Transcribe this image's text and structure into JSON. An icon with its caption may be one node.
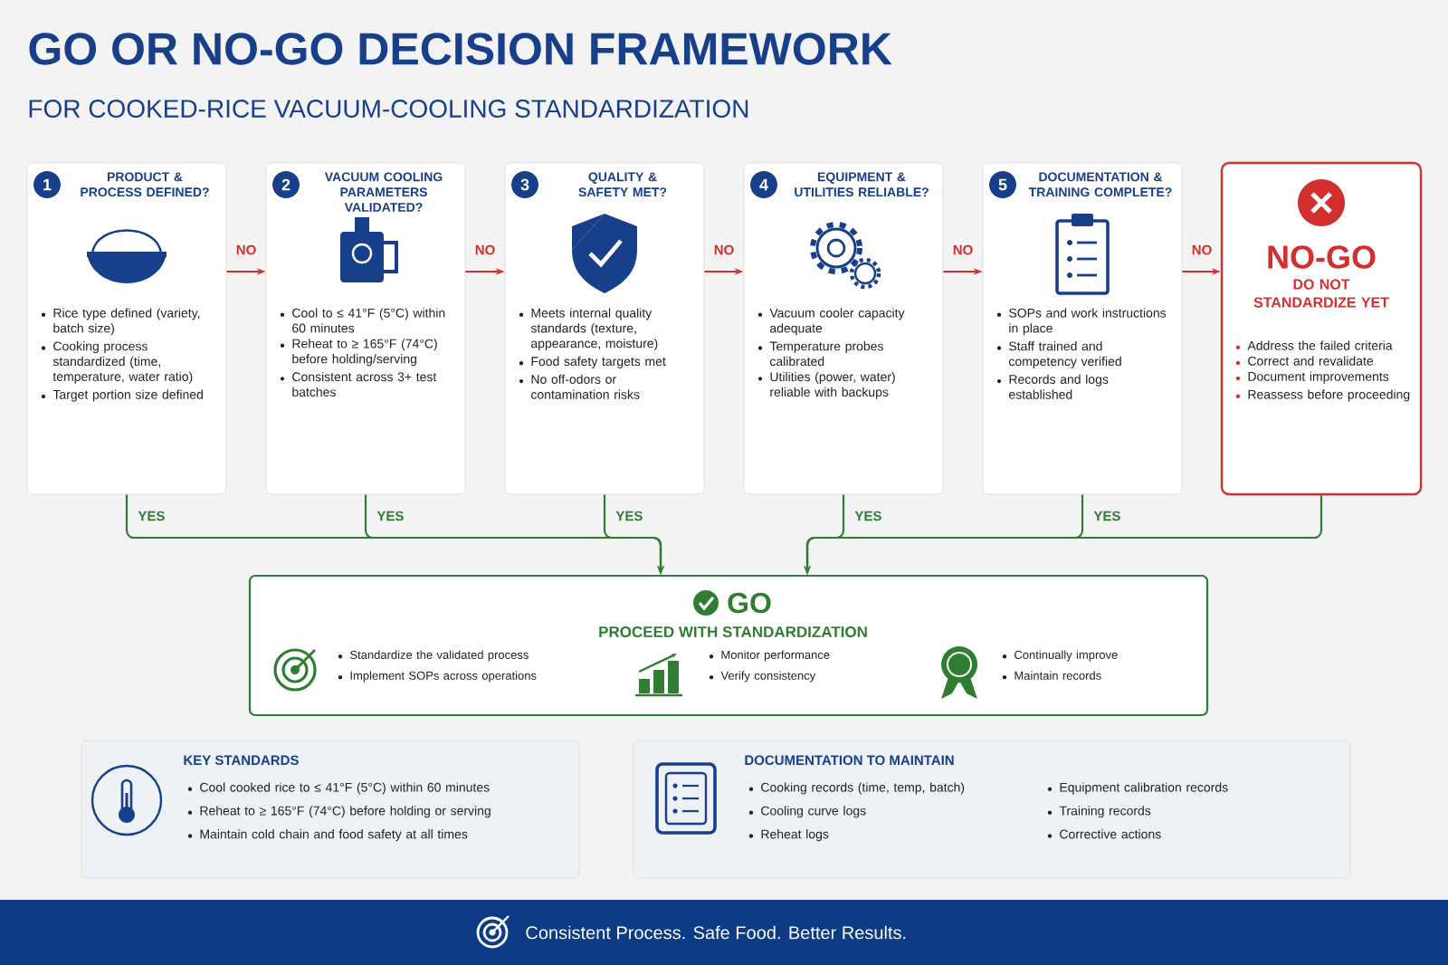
{
  "diagram": {
    "title": "GO OR NO-GO DECISION FRAMEWORK",
    "nodes": [
      {
        "text": [
          "1",
          "PRODUCT & PROCESS DEFINED?",
          "Rice type defined (variety, batch size)",
          "Cooking process standardized (time, temperature, water ratio)",
          "Target portion size defined"
        ]
      },
      {
        "text": [
          "2",
          "VACUUM COOLING PARAMETERS VALIDATED?",
          "Cool to ≤ 41°F (5°C) within 60 minutes",
          "Reheat to ≥ 165°F (74°C) before holding/serving",
          "Consistent across 3+ test batches"
        ]
      },
      {
        "text": [
          "3",
          "QUALITY & SAFETY MET?",
          "Meets internal quality standards (texture, appearance, moisture)",
          "Food safety targets met",
          "No off-odors or contamination risks"
        ]
      },
      {
        "text": [
          "4",
          "EQUIPMENT & UTILITIES RELIABLE?",
          "Vacuum cooler capacity adequate",
          "Temperature probes calibrated",
          "Utilities (power, water) reliable with backups"
        ]
      },
      {
        "text": [
          "5",
          "DOCUMENTATION & TRAINING COMPLETE?",
          "SOPs and work instructions in place",
          "Staff trained and competency verified",
          "Records and logs established"
        ]
      },
      {
        "text": [
          "NO-GO",
          "DO NOT STANDARDIZE YET",
          "Address the failed criteria",
          "Correct and revalidate",
          "Document improvements",
          "Reassess before proceeding"
        ]
      },
      {
        "text": [
          "GO",
          "PROCEED WITH STANDARDIZATION",
          "Standardize the validated process",
          "Implement SOPs across operations",
          "Monitor performance",
          "Verify consistency",
          "Continually improve",
          "Maintain records"
        ]
      },
      {
        "text": [
          "KEY STANDARDS",
          "Cool cooked rice to ≤ 41°F (5°C) within 60 minutes",
          "Reheat to ≥ 165°F (74°C) before holding or serving",
          "Maintain cold chain and food safety at all times"
        ]
      },
      {
        "text": [
          "DOCUMENTATION TO MAINTAIN",
          "Cooking records (time, temp, batch)",
          "Cooling curve logs",
          "Reheat logs",
          "Equipment calibration records",
          "Training records",
          "Corrective actions"
        ]
      },
      {
        "text": [
          "Consistent Process. Safe Food. Better Results."
        ]
      }
    ],
    "edges": [
      {
        "from": 0,
        "to": 1,
        "arrow": "to",
        "label": "NO",
        "color": "#d32f2f"
      },
      {
        "from": 1,
        "to": 2,
        "arrow": "to",
        "label": "NO",
        "color": "#d32f2f"
      },
      {
        "from": 2,
        "to": 3,
        "arrow": "to",
        "label": "NO",
        "color": "#d32f2f"
      },
      {
        "from": 3,
        "to": 4,
        "arrow": "to",
        "label": "NO",
        "color": "#d32f2f"
      },
      {
        "from": 4,
        "to": 5,
        "arrow": "to",
        "label": "NO",
        "color": "#d32f2f"
      },
      {
        "from": 0,
        "to": 6,
        "arrow": "to",
        "label": "YES"
      },
      {
        "from": 1,
        "to": 6,
        "arrow": "to",
        "label": "YES"
      },
      {
        "from": 2,
        "to": 6,
        "arrow": "to",
        "label": "YES"
      },
      {
        "from": 3,
        "to": 6,
        "arrow": "to",
        "label": "YES"
      },
      {
        "from": 4,
        "to": 6,
        "arrow": "to",
        "label": "YES"
      },
      {
        "from": 5,
        "to": 6,
        "arrow": "to"
      }
    ],
    "labels": [
      "FOR COOKED-RICE VACUUM-COOLING STANDARDIZATION"
    ]
  }
}
